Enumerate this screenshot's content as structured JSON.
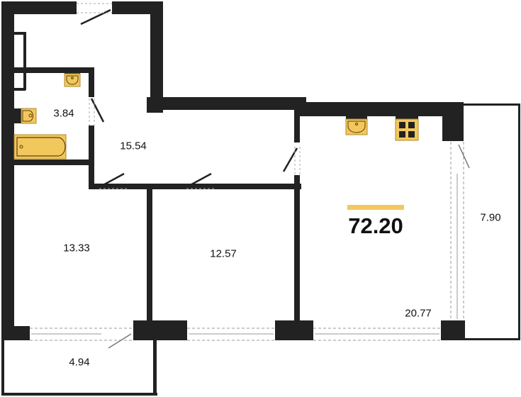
{
  "plan": {
    "total_area": "72.20",
    "accent_color": "#f2c75c",
    "fixture_color": "#f2c75c",
    "wall_color": "#222222",
    "rooms": [
      {
        "name": "bathroom",
        "area": "3.84"
      },
      {
        "name": "hallway",
        "area": "15.54"
      },
      {
        "name": "bedroom-left",
        "area": "13.33"
      },
      {
        "name": "bedroom-middle",
        "area": "12.57"
      },
      {
        "name": "kitchen-living",
        "area": "20.77"
      },
      {
        "name": "balcony-right",
        "area": "7.90"
      },
      {
        "name": "balcony-bottom",
        "area": "4.94"
      }
    ],
    "fixtures": [
      "bathtub",
      "toilet",
      "bathroom-sink",
      "kitchen-sink",
      "stove"
    ]
  }
}
